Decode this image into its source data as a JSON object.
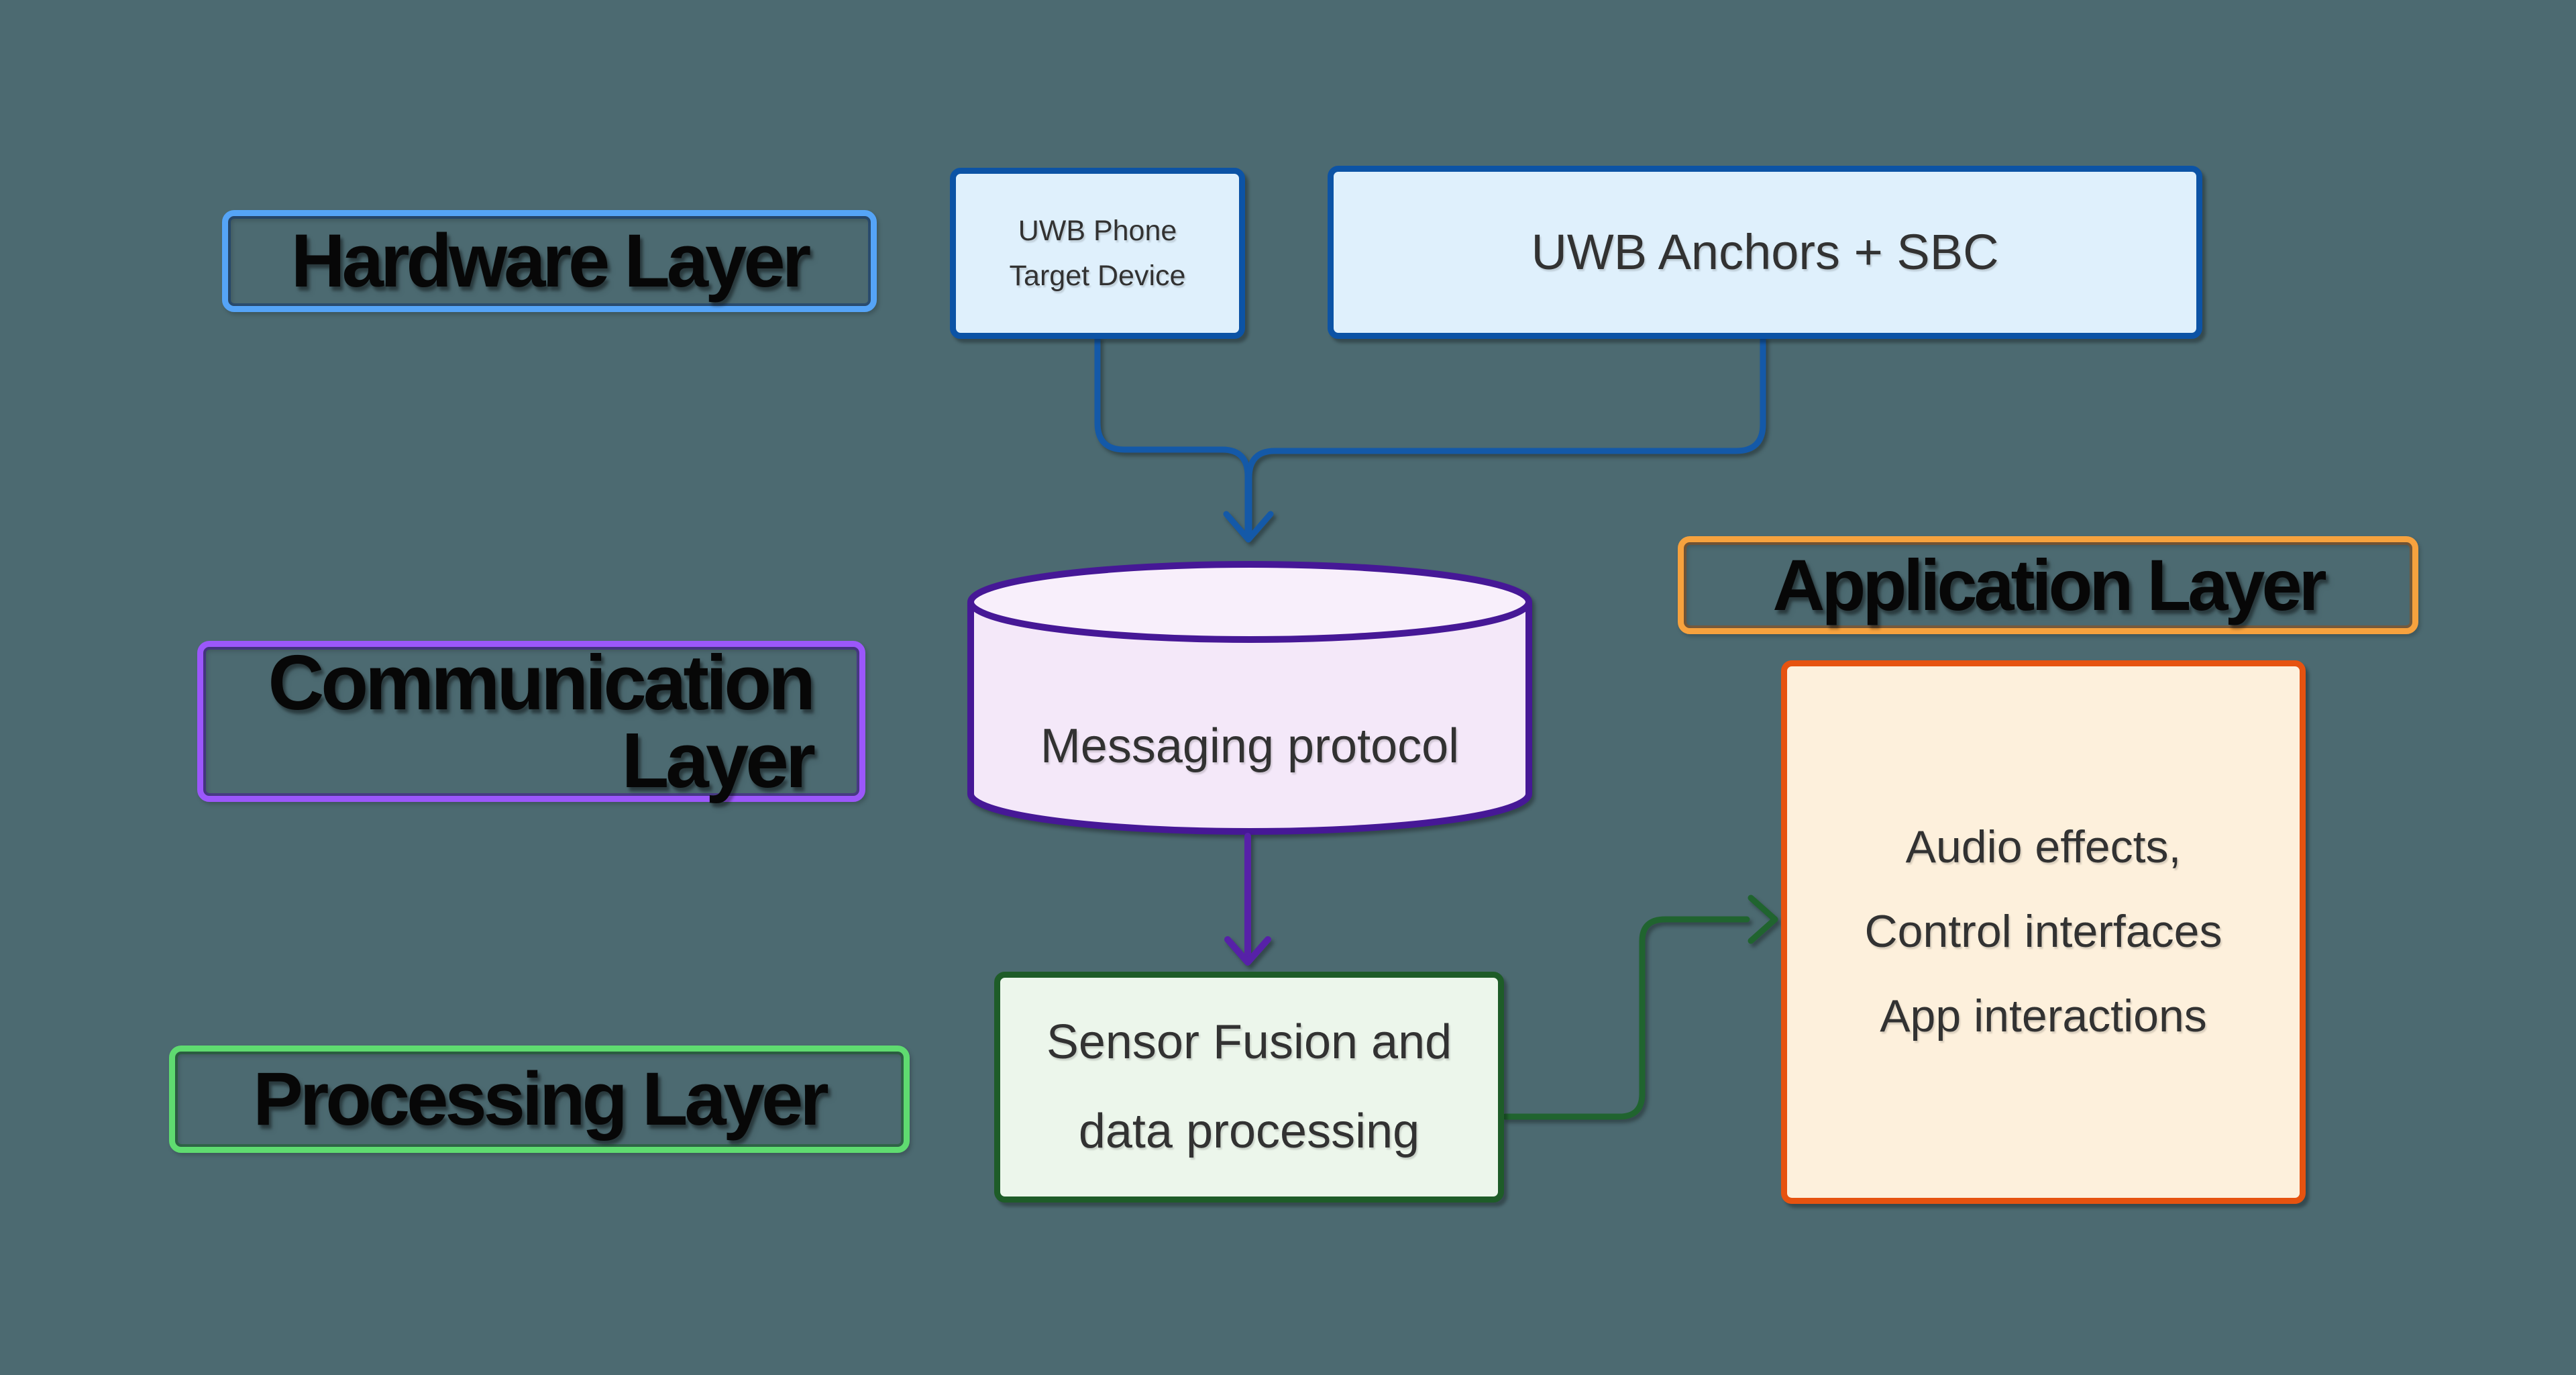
{
  "theme": {
    "background": "#4C6A71",
    "hw_border": "#55A4F7",
    "comm_border": "#9B57FA",
    "proc_border": "#5FDB70",
    "app_border": "#F7A23E",
    "blue_fill": "#DFF0FC",
    "blue_node_border": "#0C53A5",
    "blue_arrow": "#1459A8",
    "cyl_fill": "#F4E8F9",
    "cyl_top_fill": "#F8EFFB",
    "cyl_border": "#461896",
    "purple_arrow": "#5721A8",
    "green_fill": "#ECF6EB",
    "green_node_border": "#1E5C28",
    "green_arrow": "#20642F",
    "orange_fill": "#FDF0DC",
    "orange_node_border": "#E65310",
    "text_dark": "#323232",
    "label_text": "#070707"
  },
  "labels": {
    "hardware": {
      "text": "Hardware Layer"
    },
    "communication": {
      "lines": [
        "Communication",
        "Layer"
      ]
    },
    "processing": {
      "text": "Processing Layer"
    },
    "application": {
      "text": "Application Layer"
    }
  },
  "nodes": {
    "uwb_phone": {
      "lines": [
        "UWB Phone",
        "Target Device"
      ]
    },
    "uwb_anchors": {
      "text": "UWB Anchors + SBC"
    },
    "messaging": {
      "text": "Messaging protocol"
    },
    "sensor_fusion": {
      "lines": [
        "Sensor Fusion and",
        "data processing"
      ]
    },
    "application_outputs": {
      "lines": [
        "Audio effects,",
        "Control interfaces",
        "App interactions"
      ]
    }
  }
}
